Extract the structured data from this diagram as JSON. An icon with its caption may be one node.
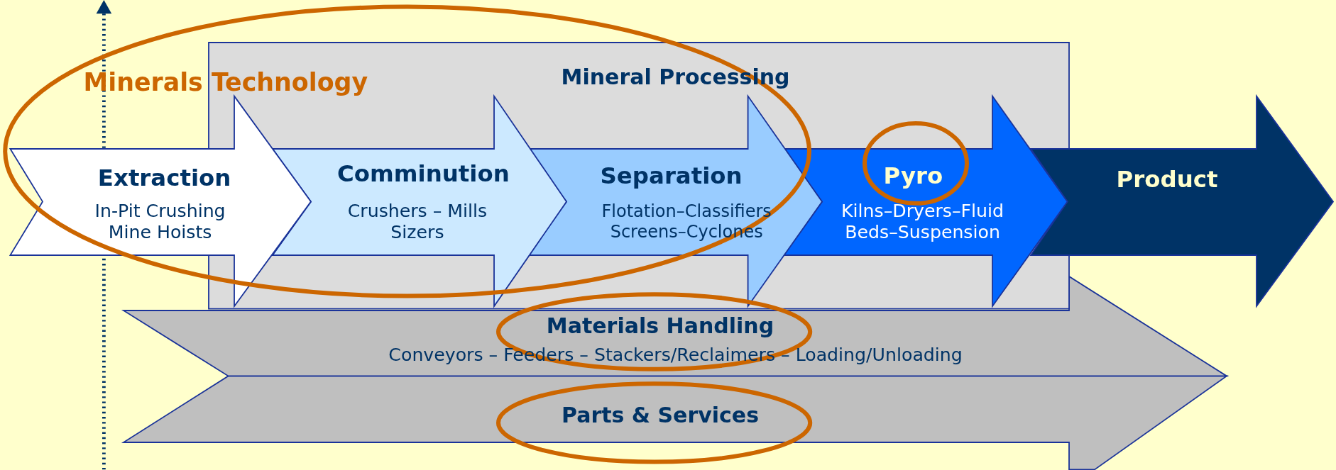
{
  "diagram": {
    "nodes": [
      {
        "text": [
          "Mineral Processing"
        ]
      },
      {
        "text": [
          "Extraction",
          "In-Pit Crushing Mine Hoists"
        ]
      },
      {
        "text": [
          "Comminution",
          "Crushers – Mills Sizers"
        ],
        "in": 0
      },
      {
        "text": [
          "Separation",
          "Flotation–Classifiers Screens–Cyclones"
        ],
        "in": 0
      },
      {
        "text": [
          "Pyro",
          "Kilns–Dryers–Fluid Beds–Suspension"
        ],
        "in": 0
      },
      {
        "text": [
          "Product"
        ]
      },
      {
        "text": [
          "Materials Handling",
          "Conveyors – Feeders – Stackers/Reclaimers – Loading/Unloading"
        ]
      },
      {
        "text": [
          "Parts & Services"
        ]
      }
    ],
    "labels": [
      "Minerals Technology"
    ]
  }
}
